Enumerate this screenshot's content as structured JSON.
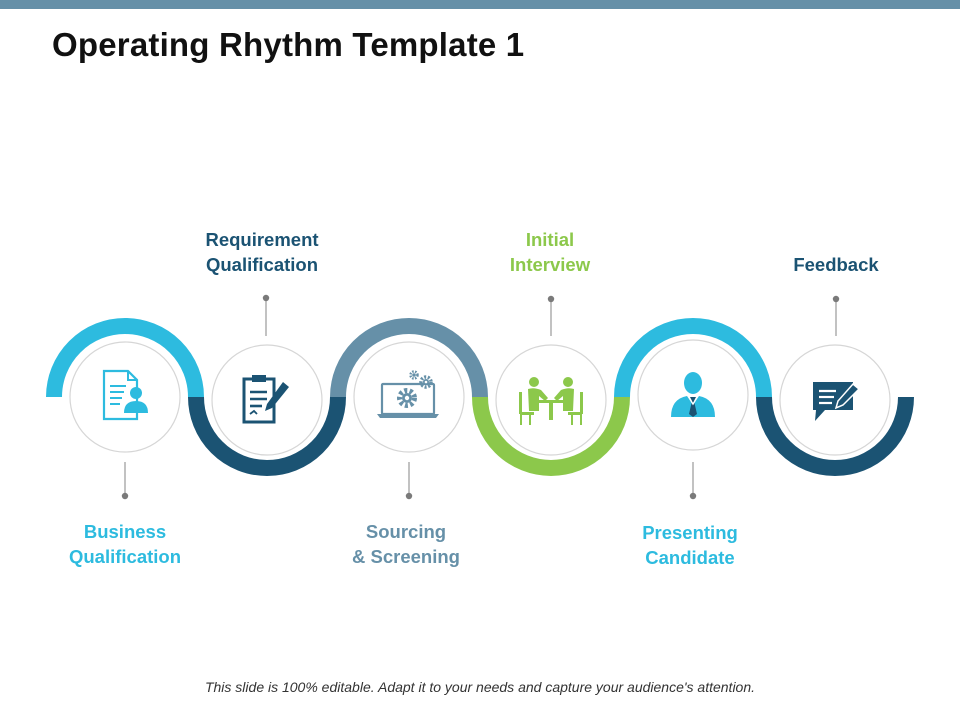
{
  "header": {
    "title": "Operating Rhythm Template 1"
  },
  "colors": {
    "light_blue": "#2dbbdf",
    "dark_navy": "#1b5373",
    "steel_blue": "#6690a8",
    "green": "#8cc84b",
    "circle_border": "#d6d6d6",
    "connector": "#9a9a9a",
    "icon_fill": "#1b5373",
    "icon_accent": "#2dbbdf"
  },
  "steps": [
    {
      "line1": "Business",
      "line2": "Qualification",
      "color": "#2dbbdf",
      "icon": "document-user-icon"
    },
    {
      "line1": "Requirement",
      "line2": "Qualification",
      "color": "#1b5373",
      "icon": "checklist-pen-icon"
    },
    {
      "line1": "Sourcing",
      "line2": "& Screening",
      "color": "#6690a8",
      "icon": "laptop-gears-icon"
    },
    {
      "line1": "Initial",
      "line2": "Interview",
      "color": "#8cc84b",
      "icon": "meeting-table-icon"
    },
    {
      "line1": "Presenting",
      "line2": "Candidate",
      "color": "#2dbbdf",
      "icon": "businessman-icon"
    },
    {
      "line1": "",
      "line2": "Feedback",
      "color": "#1b5373",
      "icon": "chat-edit-icon"
    }
  ],
  "footer": {
    "text": "This slide is 100% editable.  Adapt it to your needs and capture your audience's attention."
  }
}
